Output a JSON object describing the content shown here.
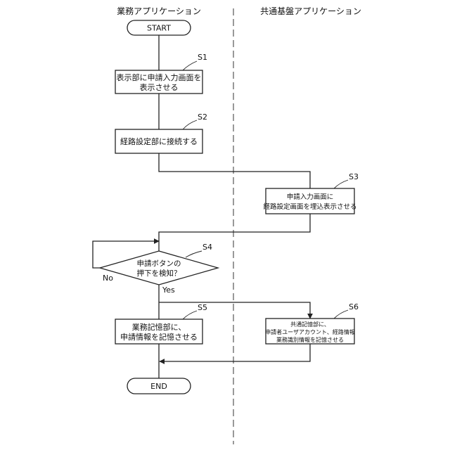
{
  "lanes": {
    "left": "業務アプリケーション",
    "right": "共通基盤アプリケーション"
  },
  "terminals": {
    "start": "START",
    "end": "END"
  },
  "steps": {
    "s1": {
      "label": "S1",
      "lines": [
        "表示部に申請入力画面を",
        "表示させる"
      ]
    },
    "s2": {
      "label": "S2",
      "lines": [
        "経路設定部に接続する"
      ]
    },
    "s3": {
      "label": "S3",
      "lines": [
        "申請入力画面に",
        "経路設定画面を埋込表示させる"
      ]
    },
    "s4": {
      "label": "S4",
      "lines": [
        "申請ボタンの",
        "押下を検知？"
      ]
    },
    "s5": {
      "label": "S5",
      "lines": [
        "業務記憶部に、",
        "申請情報を記憶させる"
      ]
    },
    "s6": {
      "label": "S6",
      "lines": [
        "共通記憶部に、",
        "申請者ユーザアカウント、経路情報",
        "業務識別情報を記憶させる"
      ]
    }
  },
  "branches": {
    "no": "No",
    "yes": "Yes"
  }
}
